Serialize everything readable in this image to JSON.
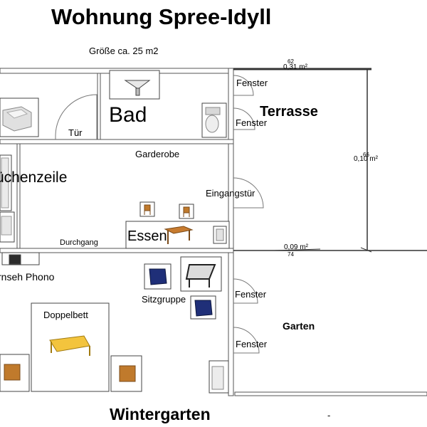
{
  "title": "Wohnung Spree-Idyll",
  "size_note": "Größe ca. 25 m2",
  "rooms": {
    "bad": "Bad",
    "kuechenzeile": "üchenzeile",
    "essen": "Essen",
    "terrasse": "Terrasse",
    "garten": "Garten",
    "wintergarten": "Wintergarten"
  },
  "labels": {
    "tuer": "Tür",
    "garderobe": "Garderobe",
    "eingangstuer": "Eingangstür",
    "durchgang": "Durchgang",
    "fernseh_phono": "rnseh Phono",
    "sitzgruppe": "Sitzgruppe",
    "doppelbett": "Doppelbett",
    "fenster_1": "Fenster",
    "fenster_2": "Fenster",
    "fenster_3": "Fenster",
    "fenster_4": "Fenster",
    "dash": "-"
  },
  "dimensions": {
    "top_a": "62",
    "top_b": "0,31 m²",
    "right_a": "66",
    "right_b": "0,10 m²",
    "bottom_a": "0,09 m²",
    "bottom_b": "74"
  }
}
